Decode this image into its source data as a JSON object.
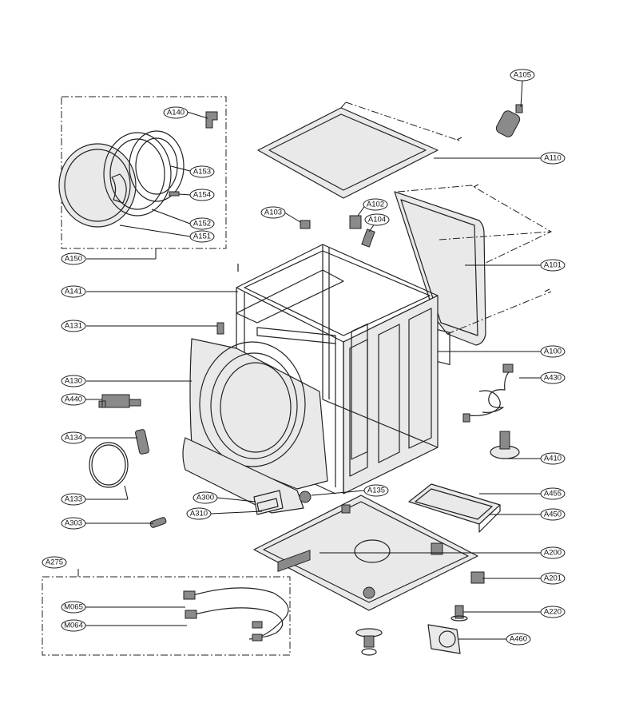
{
  "labels": {
    "a105": "A105",
    "a110": "A110",
    "a140": "A140",
    "a153": "A153",
    "a154": "A154",
    "a152": "A152",
    "a151": "A151",
    "a150": "A150",
    "a103": "A103",
    "a102": "A102",
    "a104": "A104",
    "a101": "A101",
    "a141": "A141",
    "a131": "A131",
    "a100": "A100",
    "a130": "A130",
    "a430": "A430",
    "a440": "A440",
    "a134": "A134",
    "a410": "A410",
    "a133": "A133",
    "a300": "A300",
    "a135": "A135",
    "a455": "A455",
    "a310": "A310",
    "a450": "A450",
    "a303": "A303",
    "a200": "A200",
    "a275": "A275",
    "a201": "A201",
    "m065": "M065",
    "a220": "A220",
    "m064": "M064",
    "a460": "A460"
  }
}
